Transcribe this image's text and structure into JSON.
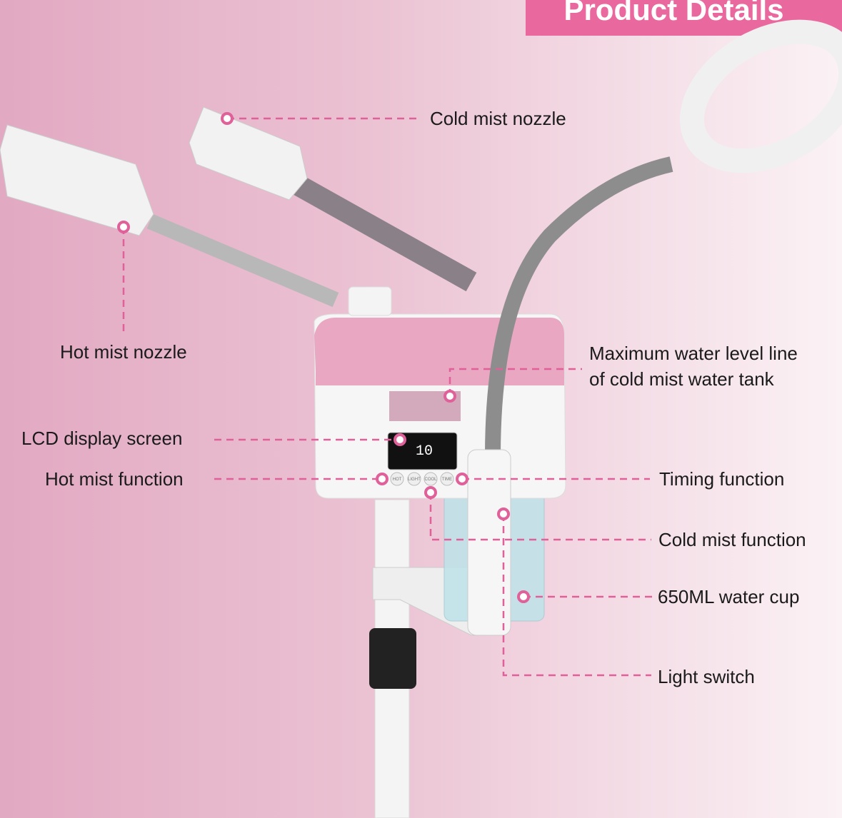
{
  "banner": {
    "title": "Product Details"
  },
  "colors": {
    "accent": "#e9699f",
    "leader": "#e0609a"
  },
  "lcd": {
    "display_value": "10",
    "buttons": [
      "HOT",
      "LIGHT",
      "COOL",
      "TIME"
    ]
  },
  "labels": {
    "cold_mist_nozzle": "Cold mist nozzle",
    "hot_mist_nozzle": "Hot mist nozzle",
    "max_water_level_1": "Maximum water level line",
    "max_water_level_2": "of cold mist water tank",
    "lcd_display_screen": "LCD display screen",
    "hot_mist_function": "Hot mist function",
    "timing_function": "Timing function",
    "cold_mist_function": "Cold mist function",
    "water_cup": "650ML water cup",
    "light_switch": "Light switch"
  }
}
